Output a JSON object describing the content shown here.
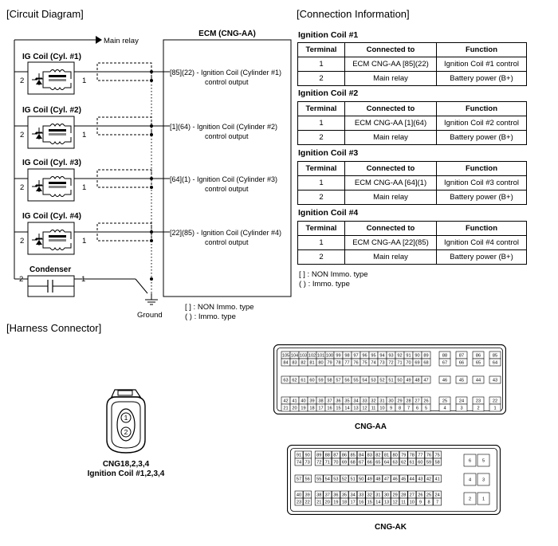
{
  "circuit": {
    "title": "[Circuit Diagram]",
    "main_relay_label": "Main relay",
    "ecm_label": "ECM (CNG-AA)",
    "ground_label": "Ground",
    "coils": [
      {
        "title": "IG Coil (Cyl. #1)",
        "pin_left": "2",
        "pin_right": "1",
        "ecm_pin": "[85](22) - Ignition Coil (Cylinder #1)",
        "ecm_desc": "control output"
      },
      {
        "title": "IG Coil (Cyl. #2)",
        "pin_left": "2",
        "pin_right": "1",
        "ecm_pin": "[1](64) - Ignition Coil (Cylinder #2)",
        "ecm_desc": "control output"
      },
      {
        "title": "IG Coil (Cyl. #3)",
        "pin_left": "2",
        "pin_right": "1",
        "ecm_pin": "[64](1) - Ignition Coil (Cylinder #3)",
        "ecm_desc": "control output"
      },
      {
        "title": "IG Coil (Cyl. #4)",
        "pin_left": "2",
        "pin_right": "1",
        "ecm_pin": "[22](85) - Ignition Coil (Cylinder #4)",
        "ecm_desc": "control output"
      }
    ],
    "condenser": {
      "title": "Condenser",
      "pin_left": "2",
      "pin_right": "1"
    },
    "legend": [
      "[   ] : NON Immo. type",
      "(   ) : Immo. type"
    ]
  },
  "connection": {
    "title": "[Connection Information]",
    "headers": [
      "Terminal",
      "Connected to",
      "Function"
    ],
    "tables": [
      {
        "title": "Ignition Coil #1",
        "rows": [
          [
            "1",
            "ECM CNG-AA [85](22)",
            "Ignition Coil #1 control"
          ],
          [
            "2",
            "Main relay",
            "Battery power (B+)"
          ]
        ]
      },
      {
        "title": "Ignition Coil #2",
        "rows": [
          [
            "1",
            "ECM CNG-AA [1](64)",
            "Ignition Coil #2 control"
          ],
          [
            "2",
            "Main relay",
            "Battery power (B+)"
          ]
        ]
      },
      {
        "title": "Ignition Coil #3",
        "rows": [
          [
            "1",
            "ECM CNG-AA [64](1)",
            "Ignition Coil #3 control"
          ],
          [
            "2",
            "Main relay",
            "Battery power (B+)"
          ]
        ]
      },
      {
        "title": "Ignition Coil #4",
        "rows": [
          [
            "1",
            "ECM CNG-AA [22](85)",
            "Ignition Coil #4 control"
          ],
          [
            "2",
            "Main relay",
            "Battery power (B+)"
          ]
        ]
      }
    ],
    "legend": [
      "[   ] : NON Immo. type",
      "(   ) : Immo. type"
    ]
  },
  "harness": {
    "title": "[Harness Connector]",
    "coil_connector": {
      "pins": [
        "1",
        "2"
      ],
      "label_line1": "CNG18,2,3,4",
      "label_line2": "Ignition Coil #1,2,3,4"
    },
    "cng_aa": {
      "label": "CNG-AA",
      "main_rows": [
        [
          "105",
          "104",
          "103",
          "102",
          "101",
          "100",
          "99",
          "98",
          "97",
          "96",
          "95",
          "94",
          "93",
          "92",
          "91",
          "90",
          "89"
        ],
        [
          "84",
          "83",
          "82",
          "81",
          "80",
          "79",
          "78",
          "77",
          "76",
          "75",
          "74",
          "73",
          "72",
          "71",
          "70",
          "69",
          "68"
        ],
        [
          "63",
          "62",
          "61",
          "60",
          "59",
          "58",
          "57",
          "56",
          "55",
          "54",
          "53",
          "52",
          "51",
          "50",
          "49",
          "48",
          "47"
        ],
        [
          "42",
          "41",
          "40",
          "39",
          "38",
          "37",
          "36",
          "35",
          "34",
          "33",
          "32",
          "31",
          "30",
          "29",
          "28",
          "27",
          "26"
        ],
        [
          "21",
          "20",
          "19",
          "18",
          "17",
          "16",
          "15",
          "14",
          "13",
          "12",
          "11",
          "10",
          "9",
          "8",
          "7",
          "6",
          "5"
        ]
      ],
      "side_rows": [
        [
          "88",
          "87",
          "86",
          "85"
        ],
        [
          "67",
          "66",
          "65",
          "64"
        ],
        [
          "46",
          "45",
          "44",
          "43"
        ],
        [
          "25",
          "24",
          "23",
          "22"
        ],
        [
          "4",
          "3",
          "2",
          "1"
        ]
      ]
    },
    "cng_ak": {
      "label": "CNG-AK",
      "rows": [
        [
          "91",
          "90",
          "89",
          "88",
          "87",
          "86",
          "85",
          "84",
          "83",
          "82",
          "81",
          "80",
          "79",
          "78",
          "77",
          "76",
          "75"
        ],
        [
          "74",
          "73",
          "72",
          "71",
          "70",
          "69",
          "68",
          "67",
          "66",
          "65",
          "64",
          "63",
          "62",
          "61",
          "60",
          "59",
          "58"
        ],
        [
          "57",
          "56",
          "55",
          "54",
          "53",
          "52",
          "51",
          "50",
          "49",
          "48",
          "47",
          "46",
          "45",
          "44",
          "43",
          "42",
          "41"
        ],
        [
          "40",
          "39",
          "38",
          "37",
          "36",
          "35",
          "34",
          "33",
          "32",
          "31",
          "30",
          "29",
          "28",
          "27",
          "26",
          "25",
          "24"
        ],
        [
          "23",
          "22",
          "21",
          "20",
          "19",
          "18",
          "17",
          "16",
          "15",
          "14",
          "13",
          "12",
          "11",
          "10",
          "9",
          "8",
          "7"
        ]
      ],
      "side_rows": [
        [
          "6",
          "5"
        ],
        [
          "4",
          "3"
        ],
        [
          "2",
          "1"
        ]
      ]
    }
  }
}
